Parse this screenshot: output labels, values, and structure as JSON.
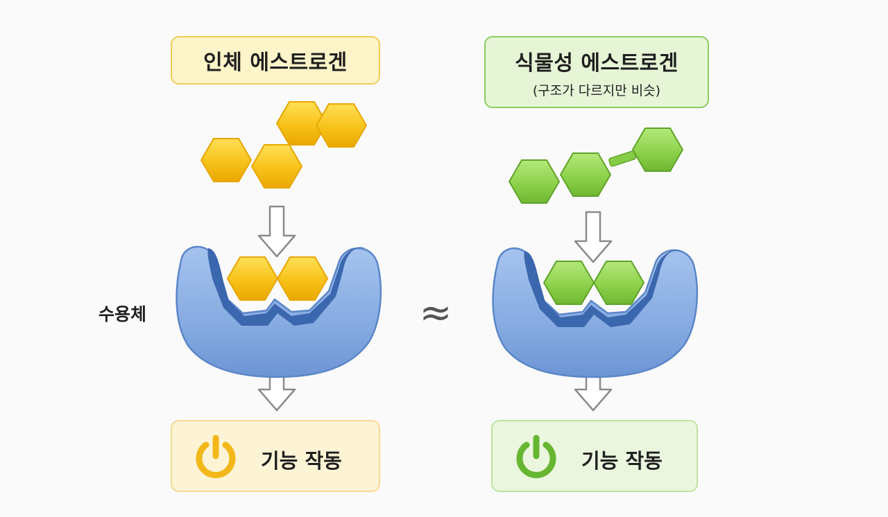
{
  "left": {
    "title": "인체 에스트로겐",
    "result": "기능 작동",
    "receptor_label": "수용체",
    "color": "#f6c21c"
  },
  "right": {
    "title": "식물성 에스트로겐",
    "subtitle": "(구조가 다르지만 비슷)",
    "result": "기능 작동",
    "color": "#8fd24c"
  },
  "relation_symbol": "≈",
  "icons": {
    "arrow": "down-arrow-icon",
    "power": "power-icon"
  }
}
